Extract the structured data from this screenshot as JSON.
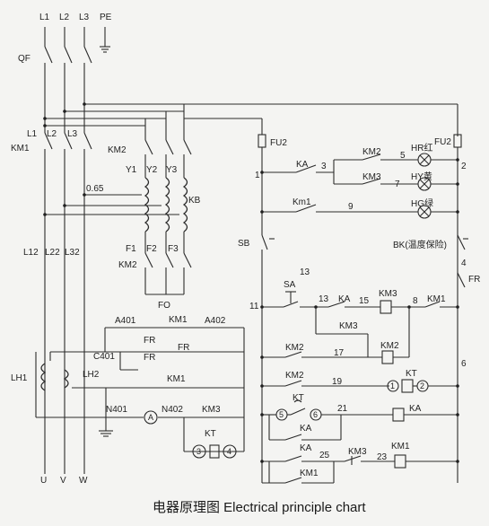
{
  "caption": "电器原理图 Electrical principle chart",
  "supply": {
    "l1": "L1",
    "l2": "L2",
    "l3": "L3",
    "pe": "PE"
  },
  "power": {
    "qf": "QF",
    "km1": "KM1",
    "km1_l1": "L1",
    "km1_l2": "L2",
    "km1_l3": "L3",
    "km2": "KM2",
    "km2b": "KM2",
    "y1": "Y1",
    "y2": "Y2",
    "y3": "Y3",
    "ratio": "0.65",
    "kb": "KB",
    "f1": "F1",
    "f2": "F2",
    "f3": "F3",
    "fo": "FO",
    "l12": "L12",
    "l22": "L22",
    "l32": "L32",
    "u": "U",
    "v": "V",
    "w": "W"
  },
  "meter": {
    "a401": "A401",
    "a402": "A402",
    "km1_top": "KM1",
    "fr_top": "FR",
    "fr_right": "FR",
    "c401": "C401",
    "fr_mid": "FR",
    "km1_mid": "KM1",
    "lh1": "LH1",
    "lh2": "LH2",
    "n401": "N401",
    "ammeter": "A",
    "n402": "N402",
    "km3": "KM3",
    "kt": "KT",
    "kt_pin3": "3",
    "kt_pin4": "4"
  },
  "control": {
    "fu2_left": "FU2",
    "fu2_right": "FU2",
    "n1": "1",
    "n2": "2",
    "n3": "3",
    "n4": "4",
    "n5": "5",
    "n6": "6",
    "n7": "7",
    "n8": "8",
    "n9": "9",
    "n11": "11",
    "n13": "13",
    "n13b": "13",
    "n15": "15",
    "n17": "17",
    "n19": "19",
    "n21": "21",
    "n23": "23",
    "n25": "25",
    "ka": "KA",
    "km2": "KM2",
    "km3": "KM3",
    "km1_lower": "Km1",
    "hr": "HR红",
    "hy": "HY黄",
    "hg": "HG绿",
    "sb": "SB",
    "bk": "BK(温度保险)",
    "fr": "FR",
    "sa": "SA",
    "ka2": "KA",
    "km3_coil": "KM3",
    "km1_coil_lbl": "KM1",
    "km3_nc": "KM3",
    "km2_r1": "KM2",
    "km2_coil": "KM2",
    "km2_r2": "KM2",
    "kt_coil": "KT",
    "pin1": "1",
    "pin2": "2",
    "kt_delay": "KT",
    "pin5": "5",
    "pin6": "6",
    "ka_coil": "KA",
    "ka_r5": "KA",
    "ka_r6": "KA",
    "km3_r6": "KM3",
    "km1_coil": "KM1",
    "km1_r7": "KM1"
  }
}
